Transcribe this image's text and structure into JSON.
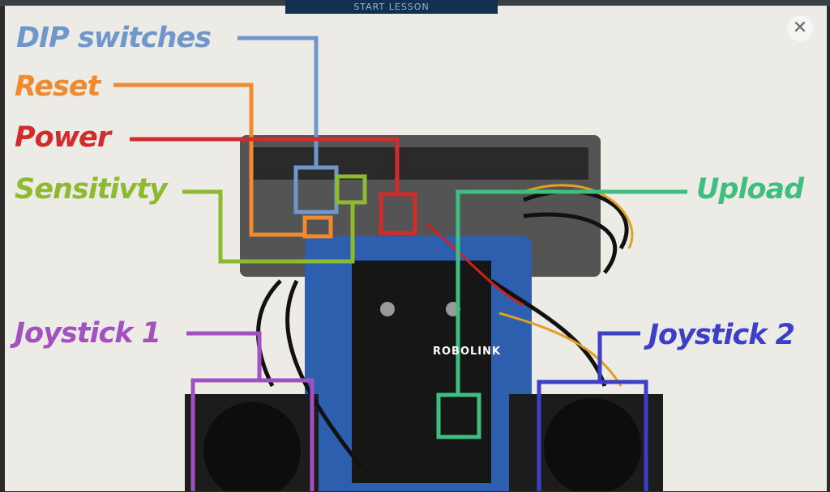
{
  "background": {
    "start_button": "START LESSON"
  },
  "modal": {
    "close_icon": "close-icon",
    "photo_brand_text": "ROBOLINK",
    "labels": [
      {
        "text": "DIP switches",
        "color": "#6f97cc"
      },
      {
        "text": "Reset",
        "color": "#f08a30"
      },
      {
        "text": "Power",
        "color": "#d22b2b"
      },
      {
        "text": "Sensitivty",
        "color": "#8dba2e"
      },
      {
        "text": "Upload",
        "color": "#3fbf7f"
      },
      {
        "text": "Joystick 1",
        "color": "#a251c0"
      },
      {
        "text": "Joystick 2",
        "color": "#3d3fc6"
      }
    ]
  }
}
